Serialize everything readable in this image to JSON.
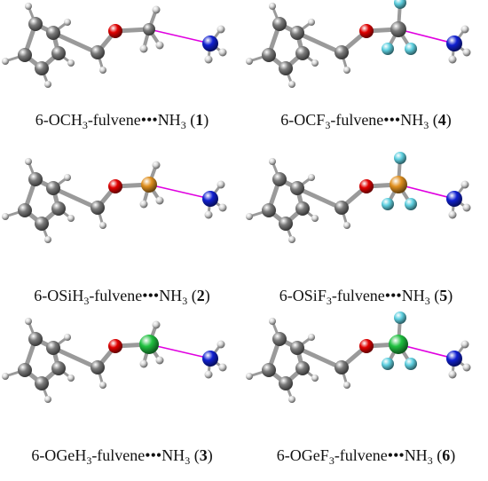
{
  "panels": [
    {
      "prefix": "6-O",
      "x": "C",
      "h": "H",
      "suffix": "-fulvene",
      "dots": "•••",
      "nh": "NH",
      "close": ")",
      "num": "1"
    },
    {
      "prefix": "6-O",
      "x": "C",
      "h": "F",
      "suffix": "-fulvene",
      "dots": "•••",
      "nh": "NH",
      "close": ")",
      "num": "4"
    },
    {
      "prefix": "6-O",
      "x": "Si",
      "h": "H",
      "suffix": "-fulvene",
      "dots": "•••",
      "nh": "NH",
      "close": ")",
      "num": "2"
    },
    {
      "prefix": "6-O",
      "x": "Si",
      "h": "F",
      "suffix": "-fulvene",
      "dots": "•••",
      "nh": "NH",
      "close": ")",
      "num": "5"
    },
    {
      "prefix": "6-O",
      "x": "Ge",
      "h": "H",
      "suffix": "-fulvene",
      "dots": "•••",
      "nh": "NH",
      "close": ")",
      "num": "3"
    },
    {
      "prefix": "6-O",
      "x": "Ge",
      "h": "F",
      "suffix": "-fulvene",
      "dots": "•••",
      "nh": "NH",
      "close": ")",
      "num": "6"
    }
  ],
  "sub3": "3",
  "open": "(",
  "colors": {
    "carbon": "#7a7a7a",
    "hydrogen": "#d8d8d8",
    "oxygen": "#e00000",
    "nitrogen": "#1020d0",
    "fluorine": "#5fd0e0",
    "silicon": "#e09020",
    "germanium": "#20c040",
    "tetrel_bond": "#e000e0"
  }
}
